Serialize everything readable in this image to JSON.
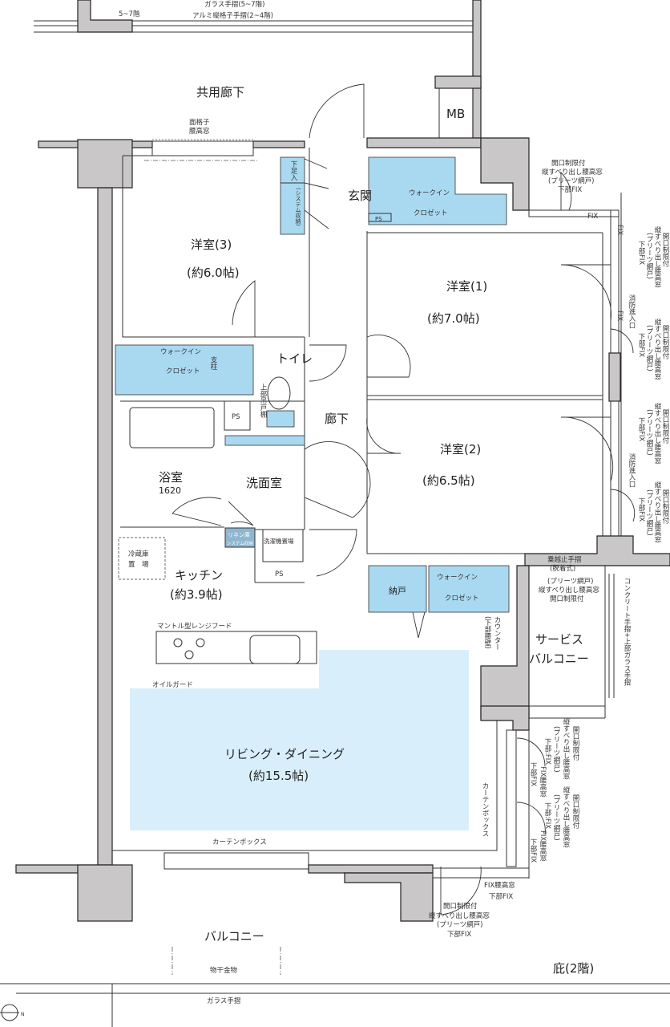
{
  "top": {
    "rail_note_floor": "5~7階",
    "rail_glass": "ガラス手摺(5~7階)",
    "rail_alum": "アルミ縦格子手摺(2~4階)",
    "common_corridor": "共用廊下",
    "mb": "MB",
    "corridor_window_1": "面格子",
    "corridor_window_2": "腰高窓"
  },
  "rooms": {
    "entrance": "玄関",
    "shoe_storage_1": "下足入",
    "shoe_storage_2": "(システム収納)",
    "room3_name": "洋室(3)",
    "room3_size": "(約6.0帖)",
    "room1_name": "洋室(1)",
    "room1_size": "(約7.0帖)",
    "room2_name": "洋室(2)",
    "room2_size": "(約6.5帖)",
    "wic_1": "ウォークイン",
    "wic_2": "クロゼット",
    "pillar": "支柱",
    "ps": "PS",
    "toilet": "トイレ",
    "toilet_shelf": "上部吊戸棚",
    "hallway": "廊下",
    "bath_name": "浴室",
    "bath_size": "1620",
    "washroom": "洗面室",
    "linen_1": "リネン庫",
    "linen_2": "システム収納",
    "washer": "洗濯機置場",
    "fridge_1": "冷蔵庫",
    "fridge_2": "置　場",
    "kitchen_name": "キッチン",
    "kitchen_size": "(約3.9帖)",
    "storage": "納戸",
    "counter_1": "カウンター",
    "counter_2": "(下部腰壁)",
    "range_hood": "マントル型レンジフード",
    "oil_guard": "オイルガード",
    "living_name": "リビング・ダイニング",
    "living_size": "(約15.5帖)",
    "curtain_box": "カーテンボックス",
    "service_balcony_1": "サービス",
    "service_balcony_2": "バルコニー",
    "balcony": "バルコニー",
    "drying_hardware": "物干金物",
    "glass_rail": "ガラス手摺",
    "eaves": "庇(2階)"
  },
  "windows": {
    "room1_top_1": "開口制限付",
    "room1_top_2": "縦すべり出し腰高窓",
    "room1_top_3": "(プリーツ網戸)",
    "room1_top_4": "下部FIX",
    "fix": "FIX",
    "fix_v": "FIX",
    "side_a": "開口制限付",
    "side_b": "縦すべり出し腰高窓",
    "side_c": "(プリーツ網戸)",
    "side_d": "下部FIX",
    "fire_entry": "消防進入口",
    "handrail_1": "乗越止手摺",
    "handrail_2": "(脱着式)",
    "sb_1": "(プリーツ網戸)",
    "sb_2": "縦すべり出し腰高窓",
    "sb_3": "開口制限付",
    "concrete_rail": "コンクリート手摺+上部ガラス手摺",
    "ld_side_d": "下部:FIX",
    "fix_waist": "FIX腰高窓",
    "ld_bottom_fix_waist": "FIX腰高窓",
    "ld_bottom_fix": "下部FIX",
    "ld_bottom_1": "開口制限付",
    "ld_bottom_2": "縦すべり出し腰高窓",
    "ld_bottom_3": "(プリーツ網戸)",
    "ld_bottom_4": "下部FIX"
  },
  "compass": "N",
  "colors": {
    "closet": "#a9d9f1",
    "living": "#d8effb",
    "wall": "#c9c7c8"
  }
}
